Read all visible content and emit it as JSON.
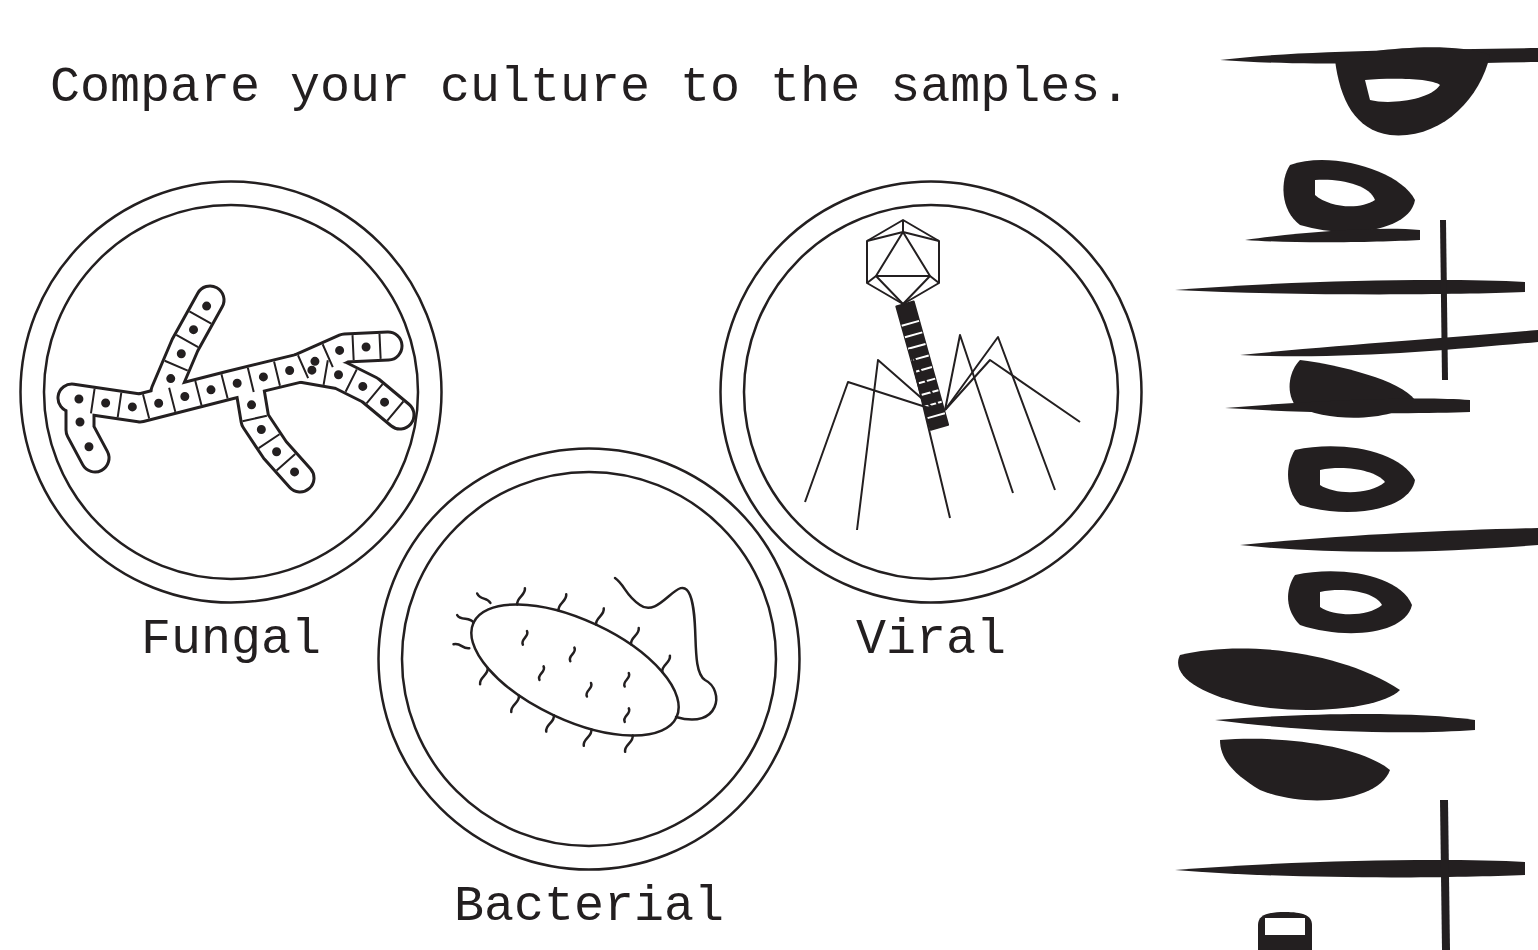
{
  "diagram": {
    "title": "Compare your culture to the samples.",
    "nodes": [
      {
        "text": [
          "Fungal"
        ]
      },
      {
        "text": [
          "Viral"
        ]
      },
      {
        "text": [
          "Bacterial"
        ]
      }
    ]
  }
}
